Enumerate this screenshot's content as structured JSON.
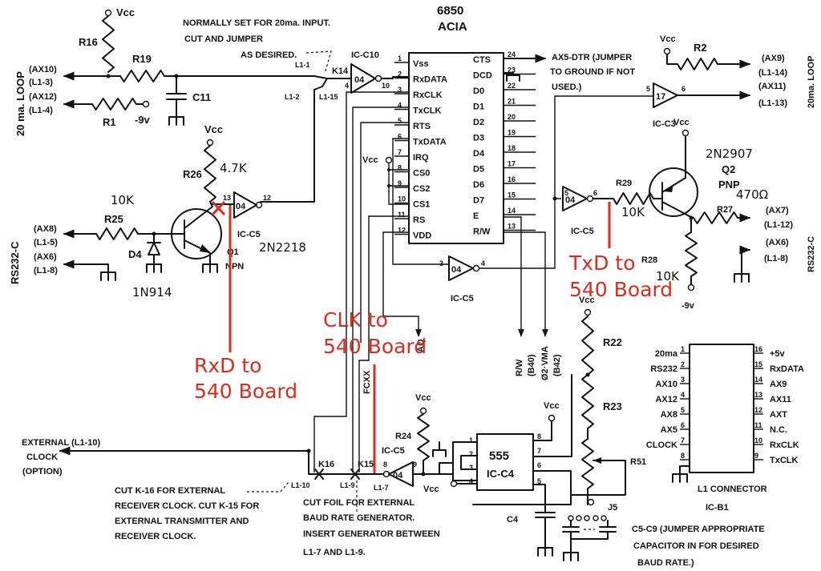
{
  "power": {
    "vcc": "Vcc",
    "neg9": "-9v",
    "plus5": "+5v"
  },
  "notes": {
    "jumper_note": [
      "NORMALLY SET FOR 20ma. INPUT.",
      "CUT AND JUMPER",
      "AS DESIRED."
    ],
    "dtr_note": [
      "AX5-DTR  (JUMPER",
      "TO GROUND IF NOT",
      "USED.)"
    ],
    "k16_note": [
      "CUT K-16 FOR EXTERNAL",
      "RECEIVER CLOCK. CUT K-15 FOR",
      "EXTERNAL TRANSMITTER AND",
      "RECEIVER CLOCK."
    ],
    "foil_note": [
      "CUT FOIL FOR EXTERNAL",
      "BAUD RATE GENERATOR.",
      "INSERT GENERATOR BETWEEN",
      "L1-7 AND L1-9."
    ],
    "cap_note": [
      "C5-C9  (JUMPER APPROPRIATE",
      "CAPACITOR IN FOR DESIRED",
      "BAUD RATE.)"
    ]
  },
  "annotations": {
    "rxd": [
      "RxD to",
      "540 Board"
    ],
    "txd": [
      "TxD to",
      "540 Board"
    ],
    "clk": [
      "CLK to",
      "540 Board"
    ]
  },
  "ports": {
    "left_loop": {
      "title": "20 ma. LOOP",
      "lines": [
        "(AX10)",
        "(L1-3)",
        "(AX12)",
        "(L1-4)"
      ]
    },
    "left_rs232": {
      "title": "RS232-C",
      "lines": [
        "(AX8)",
        "(L1-5)",
        "(AX6)",
        "(L1-8)"
      ]
    },
    "right_loop": {
      "title": "20ma. LOOP",
      "lines": [
        "(AX9)",
        "(L1-14)",
        "(AX11)",
        "(L1-13)"
      ]
    },
    "right_rs232": {
      "title": "RS232-C",
      "lines": [
        "(AX7)",
        "(L1-12)",
        "(AX6)",
        "(L1-8)"
      ]
    },
    "ext_clock": [
      "EXTERNAL  (L1-10)",
      "CLOCK",
      "(OPTION)"
    ]
  },
  "components": {
    "r16": "R16",
    "r19": "R19",
    "c11": "C11",
    "r1": "R1",
    "r26": "R26",
    "r26_value": "4.7K",
    "r25": "R25",
    "r25_value": "10K",
    "d4": "D4",
    "d4_part": "1N914",
    "q1": "Q1",
    "q1_type": "NPN",
    "q1_part": "2N2218",
    "ic_c5": "IC-C5",
    "ic_c10": "IC-C10",
    "ic_c3": "IC-C3",
    "gate_04": "04",
    "gate_17": "17",
    "k14": "K14",
    "k15": "K15",
    "k16": "K16",
    "r2": "R2",
    "r29": "R29",
    "r29_value": "10K",
    "q2": "Q2",
    "q2_type": "PNP",
    "q2_part": "2N2907",
    "r27": "R27",
    "r27_value": "470Ω",
    "r28": "R28",
    "r28_value": "10K",
    "r22": "R22",
    "r23": "R23",
    "r51": "R51",
    "r24": "R24",
    "j5": "J5",
    "c4": "C4",
    "timer_part": "555",
    "timer_ref": "IC-C4",
    "fcxx": "FCXX",
    "aq": "AQ",
    "rw_line": [
      "R/W",
      "(B40)"
    ],
    "vma_line": [
      "Ø2·VMA",
      "(B42)"
    ]
  },
  "jumper_pins": {
    "l1_1": "L1-1",
    "l1_2": "L1-2",
    "l1_15": "L1-15",
    "l1_10": "L1-10",
    "l1_9": "L1-9",
    "l1_7": "L1-7"
  },
  "gate_pins": {
    "c10_in": "4",
    "c10_out": "10",
    "c5a_in": "13",
    "c5a_out": "12",
    "c5b_in": "3",
    "c5b_out": "4",
    "c5c_in": "5",
    "c5c_out": "6",
    "c3_in": "5",
    "c3_out": "6",
    "c5d_in": "8",
    "c5d_out": "9"
  },
  "timer_pins": [
    "1",
    "2",
    "3",
    "4",
    "8",
    "7",
    "6",
    "5"
  ],
  "acia": {
    "part": "6850",
    "name": "ACIA",
    "left_pins": [
      {
        "num": "1",
        "label": "Vss"
      },
      {
        "num": "2",
        "label": "RxDATA"
      },
      {
        "num": "3",
        "label": "RxCLK"
      },
      {
        "num": "4",
        "label": "TxCLK"
      },
      {
        "num": "5",
        "label": "RTS"
      },
      {
        "num": "6",
        "label": "TxDATA"
      },
      {
        "num": "7",
        "label": "IRQ"
      },
      {
        "num": "8",
        "label": "CS0"
      },
      {
        "num": "9",
        "label": "CS2"
      },
      {
        "num": "10",
        "label": "CS1"
      },
      {
        "num": "11",
        "label": "RS"
      },
      {
        "num": "12",
        "label": "VDD"
      }
    ],
    "right_pins": [
      {
        "num": "24",
        "label": "CTS"
      },
      {
        "num": "23",
        "label": "DCD"
      },
      {
        "num": "22",
        "label": "D0"
      },
      {
        "num": "21",
        "label": "D1"
      },
      {
        "num": "20",
        "label": "D2"
      },
      {
        "num": "19",
        "label": "D3"
      },
      {
        "num": "18",
        "label": "D4"
      },
      {
        "num": "17",
        "label": "D5"
      },
      {
        "num": "16",
        "label": "D6"
      },
      {
        "num": "15",
        "label": "D7"
      },
      {
        "num": "14",
        "label": "E"
      },
      {
        "num": "13",
        "label": "R/W"
      }
    ]
  },
  "connector": {
    "title": "L1 CONNECTOR",
    "ref": "IC-B1",
    "left_pins": [
      {
        "num": "1",
        "label": "20ma"
      },
      {
        "num": "2",
        "label": "RS232"
      },
      {
        "num": "3",
        "label": "AX10"
      },
      {
        "num": "4",
        "label": "AX12"
      },
      {
        "num": "5",
        "label": "AX8"
      },
      {
        "num": "6",
        "label": "AX5"
      },
      {
        "num": "7",
        "label": "CLOCK"
      },
      {
        "num": "8",
        "label": ""
      }
    ],
    "right_pins": [
      {
        "num": "16",
        "label": "+5v"
      },
      {
        "num": "15",
        "label": "RxDATA"
      },
      {
        "num": "14",
        "label": "AX9"
      },
      {
        "num": "13",
        "label": "AX11"
      },
      {
        "num": "12",
        "label": "AXT"
      },
      {
        "num": "11",
        "label": "N.C."
      },
      {
        "num": "10",
        "label": "RxCLK"
      },
      {
        "num": "9",
        "label": "TxCLK"
      }
    ]
  },
  "colors": {
    "annotation": "#e02a1c",
    "ink": "#111111"
  }
}
